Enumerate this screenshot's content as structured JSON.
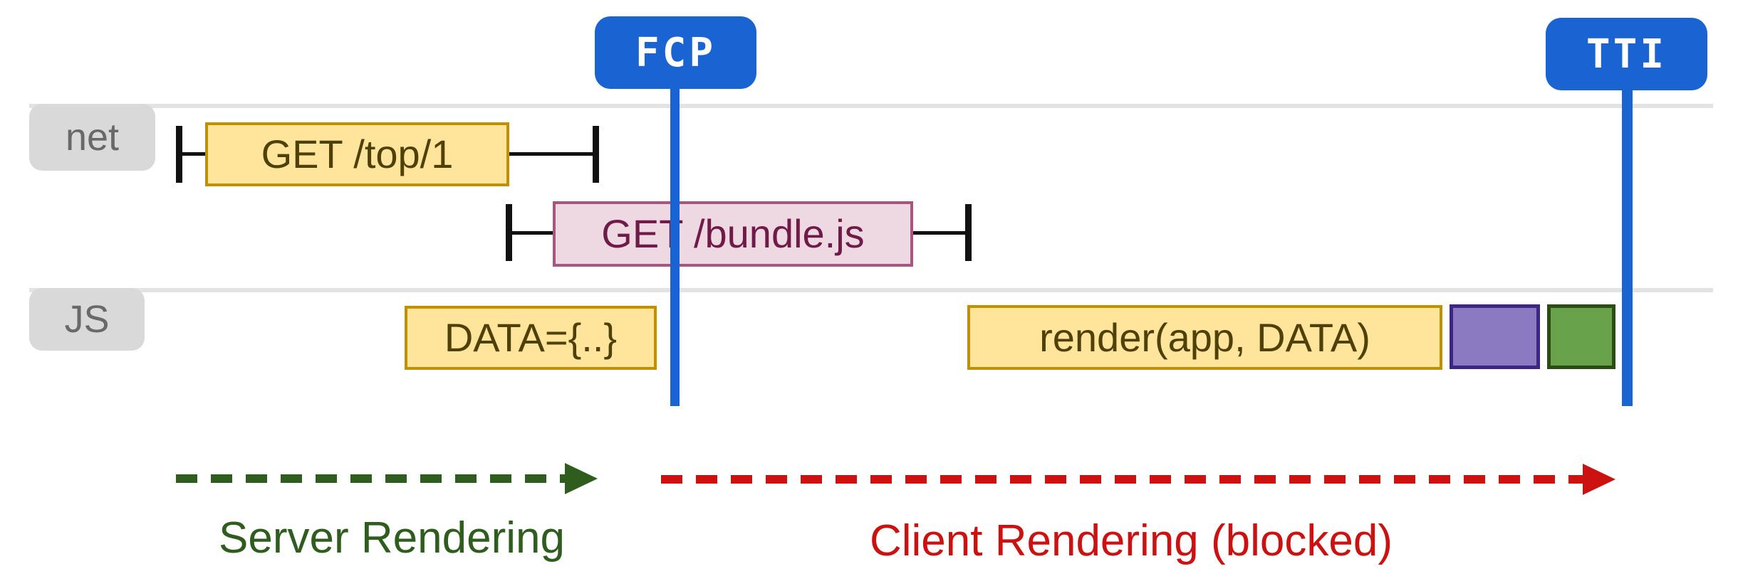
{
  "markers": {
    "fcp": "FCP",
    "tti": "TTI"
  },
  "lanes": {
    "net": "net",
    "js": "JS"
  },
  "requests": {
    "top": "GET /top/1",
    "bundle": "GET /bundle.js"
  },
  "tasks": {
    "data": "DATA={..}",
    "render": "render(app, DATA)"
  },
  "phases": {
    "server": "Server Rendering",
    "client": "Client Rendering (blocked)"
  },
  "colors": {
    "marker_blue": "#1a63d2",
    "lane_line_gray": "#e3e3e3",
    "lane_label_bg": "#d9d9d9",
    "lane_label_text": "#696969",
    "request_yellow_fill": "#ffe49c",
    "request_yellow_border": "#bf9000",
    "request_yellow_text": "#4f4008",
    "request_pink_fill": "#eed9e3",
    "request_pink_border": "#a85680",
    "request_pink_text": "#701b47",
    "block_purple_fill": "#8b7ac2",
    "block_purple_border": "#3d2785",
    "block_green_fill": "#68a24a",
    "block_green_border": "#2b4c13",
    "server_phase_green": "#2e5d1e",
    "client_phase_red": "#cc1111",
    "whisker_black": "#111111"
  }
}
